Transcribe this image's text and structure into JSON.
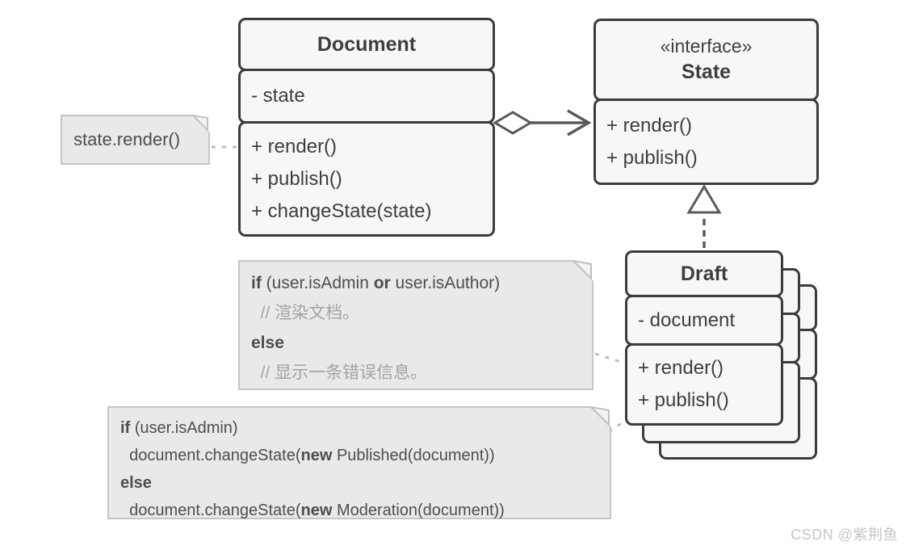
{
  "classes": {
    "document": {
      "title": "Document",
      "fields": [
        "- state"
      ],
      "methods": [
        "+ render()",
        "+ publish()",
        "+ changeState(state)"
      ]
    },
    "state": {
      "stereotype": "«interface»",
      "title": "State",
      "methods": [
        "+ render()",
        "+ publish()"
      ]
    },
    "draft": {
      "title": "Draft",
      "fields": [
        "- document"
      ],
      "methods": [
        "+ render()",
        "+ publish()"
      ]
    }
  },
  "notes": {
    "state_render": {
      "text": "state.render()"
    },
    "render_logic": {
      "lines": [
        {
          "parts": [
            {
              "t": "if",
              "b": true
            },
            {
              "t": " (user.isAdmin "
            },
            {
              "t": "or",
              "b": true
            },
            {
              "t": " user.isAuthor)"
            }
          ]
        },
        {
          "parts": [
            {
              "t": "  // 渲染文档。",
              "m": true
            }
          ]
        },
        {
          "parts": [
            {
              "t": "else",
              "b": true
            }
          ]
        },
        {
          "parts": [
            {
              "t": "  // 显示一条错误信息。",
              "m": true
            }
          ]
        }
      ]
    },
    "publish_logic": {
      "lines": [
        {
          "parts": [
            {
              "t": "if",
              "b": true
            },
            {
              "t": " (user.isAdmin)"
            }
          ]
        },
        {
          "parts": [
            {
              "t": "  document.changeState("
            },
            {
              "t": "new",
              "b": true
            },
            {
              "t": " Published(document))"
            }
          ]
        },
        {
          "parts": [
            {
              "t": "else",
              "b": true
            }
          ]
        },
        {
          "parts": [
            {
              "t": "  document.changeState("
            },
            {
              "t": "new",
              "b": true
            },
            {
              "t": " Moderation(document))"
            }
          ]
        }
      ]
    }
  },
  "relations": {
    "aggregation": "Document ◇→ State",
    "realization": "Draft ⇠▷ State"
  },
  "watermark": "CSDN @紫荆鱼",
  "colors": {
    "box_border": "#3c3c3c",
    "box_fill": "#f7f7f7",
    "relation_stroke": "#595959",
    "note_fill": "#e9e9e9",
    "note_border": "#c6c6c6",
    "note_text": "#4e4e4e",
    "note_comment": "#a3a3a3",
    "note_connector": "#bdbdbd",
    "watermark_text": "#c6c6c6"
  }
}
